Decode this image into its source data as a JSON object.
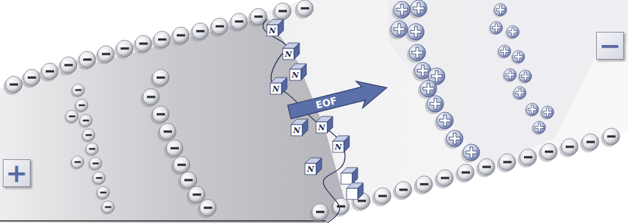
{
  "diagram": {
    "nodes": [
      {
        "text": [
          "+"
        ]
      },
      {
        "text": [
          "−"
        ]
      }
    ],
    "labels": [
      "EOF",
      "N",
      "N",
      "N",
      "N",
      "N",
      "N",
      "N",
      "N"
    ]
  }
}
